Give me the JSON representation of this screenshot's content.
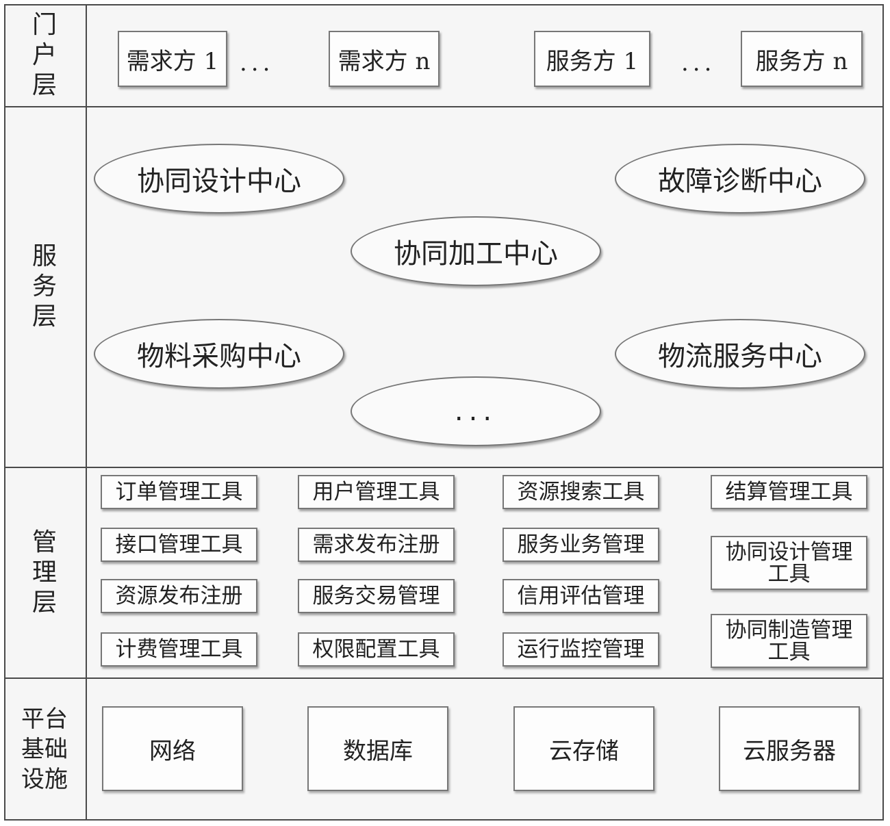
{
  "layers": {
    "portal": "门\n户\n层",
    "service": "服\n务\n层",
    "management": "管\n理\n层",
    "infrastructure": "平台\n基础\n设施"
  },
  "portal": {
    "demander_1": "需求方 1",
    "dots_1": "...",
    "demander_n": "需求方 n",
    "provider_1": "服务方 1",
    "dots_2": "...",
    "provider_n": "服务方 n"
  },
  "service": {
    "collab_design": "协同设计中心",
    "fault_diagnosis": "故障诊断中心",
    "collab_processing": "协同加工中心",
    "material_procurement": "物料采购中心",
    "logistics": "物流服务中心",
    "more": "..."
  },
  "management": {
    "col1": [
      "订单管理工具",
      "接口管理工具",
      "资源发布注册",
      "计费管理工具"
    ],
    "col2": [
      "用户管理工具",
      "需求发布注册",
      "服务交易管理",
      "权限配置工具"
    ],
    "col3": [
      "资源搜索工具",
      "服务业务管理",
      "信用评估管理",
      "运行监控管理"
    ],
    "col4": [
      "结算管理工具",
      "协同设计管理工具",
      "协同制造管理工具"
    ]
  },
  "infrastructure": {
    "network": "网络",
    "database": "数据库",
    "cloud_storage": "云存储",
    "cloud_server": "云服务器"
  }
}
